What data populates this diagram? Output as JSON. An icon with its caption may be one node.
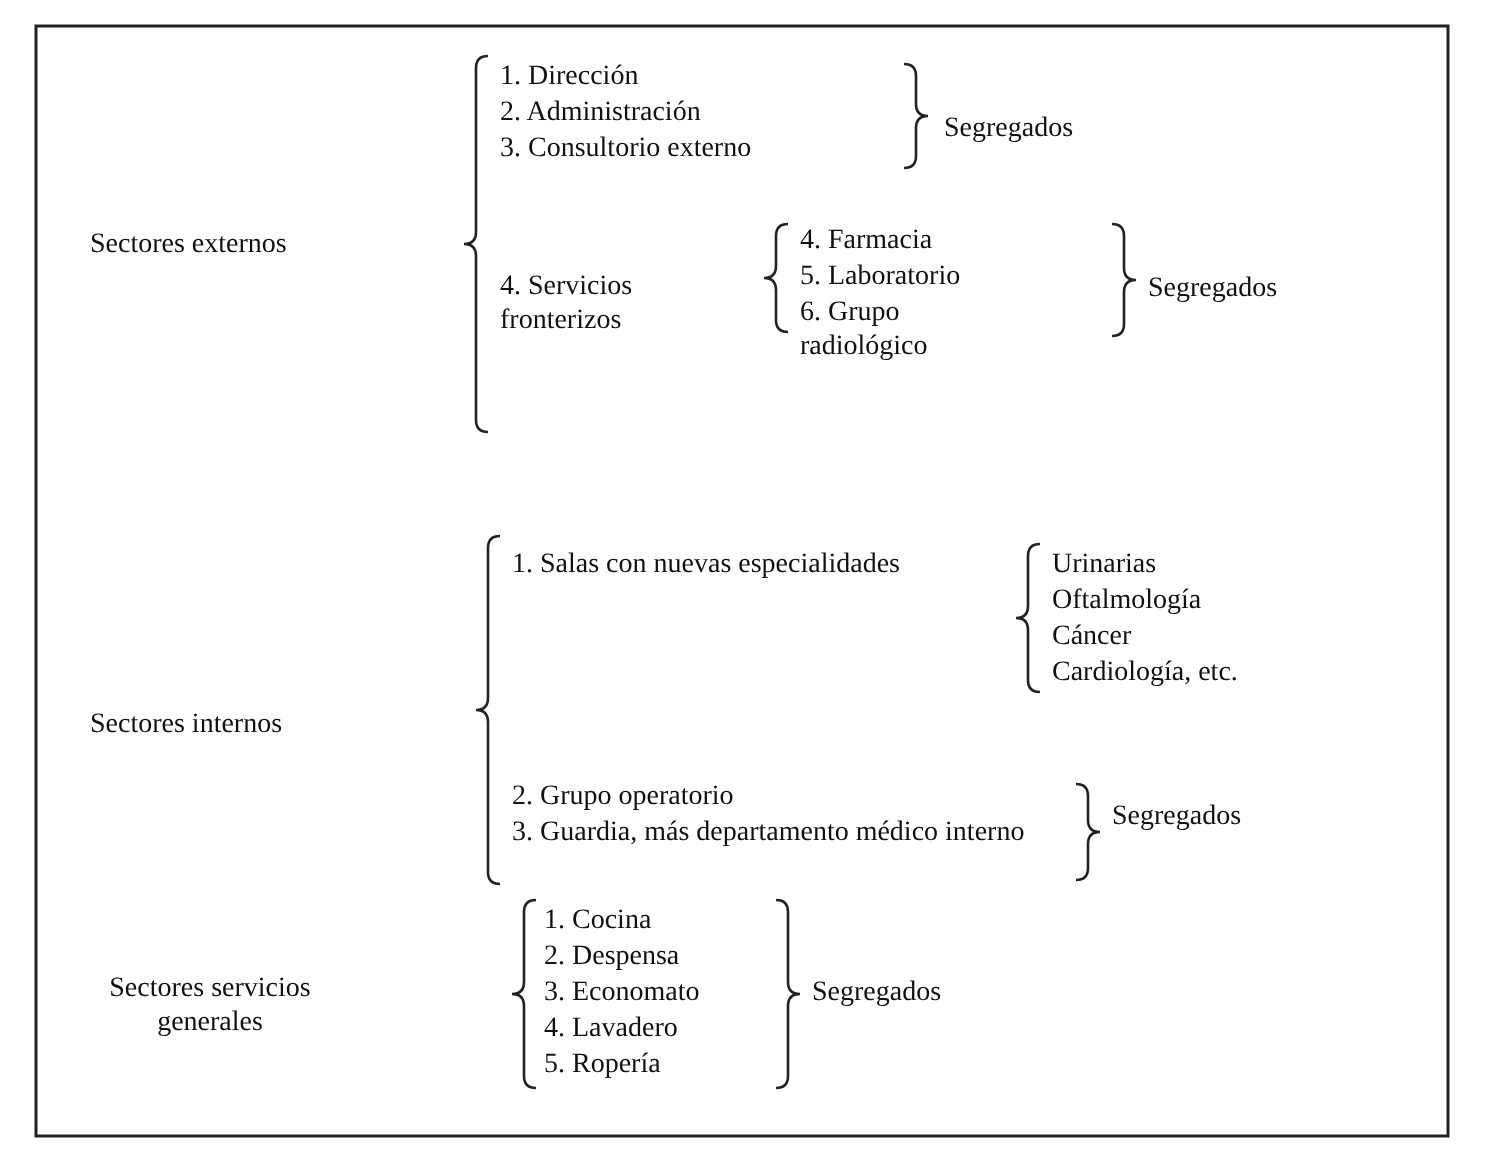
{
  "diagram": {
    "labels": [
      "Sectores externos",
      "1. Dirección",
      "2. Administración",
      "3. Consultorio externo",
      "Segregados",
      "4. Servicios fronterizos",
      "4. Farmacia",
      "5. Laboratorio",
      "6. Grupo radiológico",
      "Segregados",
      "Sectores internos",
      "1. Salas con nuevas especialidades",
      "Urinarias",
      "Oftalmología",
      "Cáncer",
      "Cardiología, etc.",
      "2. Grupo operatorio",
      "3. Guardia, más departamento médico interno",
      "Segregados",
      "Sectores servicios generales",
      "1. Cocina",
      "2. Despensa",
      "3. Economato",
      "4. Lavadero",
      "5. Ropería",
      "Segregados"
    ]
  }
}
